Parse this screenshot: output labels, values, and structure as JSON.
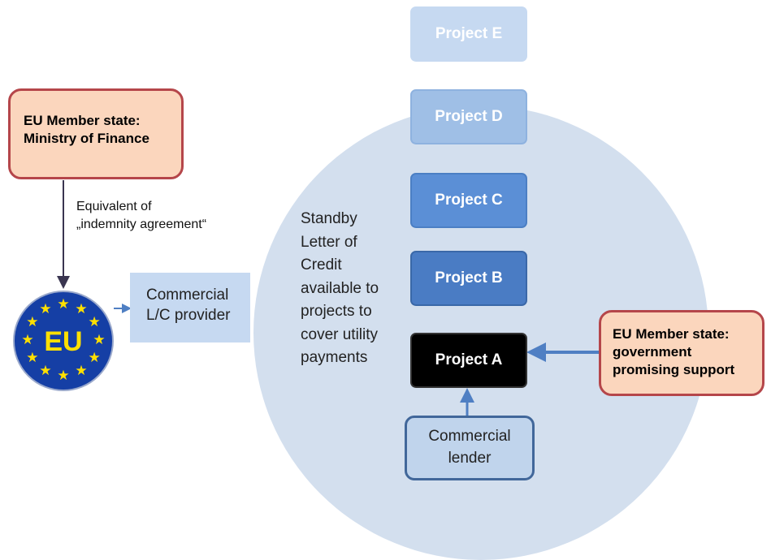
{
  "ministry": {
    "line1": "EU Member state:",
    "line2": "Ministry of Finance"
  },
  "government": {
    "line1": "EU Member state:",
    "line2": "government",
    "line3": "promising support"
  },
  "indemnity": {
    "line1": "Equivalent of",
    "line2": "„indemnity agreement“"
  },
  "eu_badge": {
    "label": "EU",
    "star_count": 12,
    "colors": {
      "badge": "#153fa5",
      "stars": "#ffe000"
    }
  },
  "lc_provider": {
    "line1": "Commercial",
    "line2": "L/C provider"
  },
  "standby": {
    "lines": [
      "Standby",
      "Letter of",
      "Credit",
      "available to",
      "projects to",
      "cover utility",
      "payments"
    ]
  },
  "projects": {
    "e": "Project E",
    "d": "Project D",
    "c": "Project C",
    "b": "Project B",
    "a": "Project A"
  },
  "lender": {
    "line1": "Commercial",
    "line2": "lender"
  },
  "colors": {
    "peach_fill": "#fbd6bd",
    "peach_border": "#b5464a",
    "circle": "#d3dfee",
    "arrow_blue": "#4f7fc3",
    "arrow_dark": "#3a3550"
  }
}
